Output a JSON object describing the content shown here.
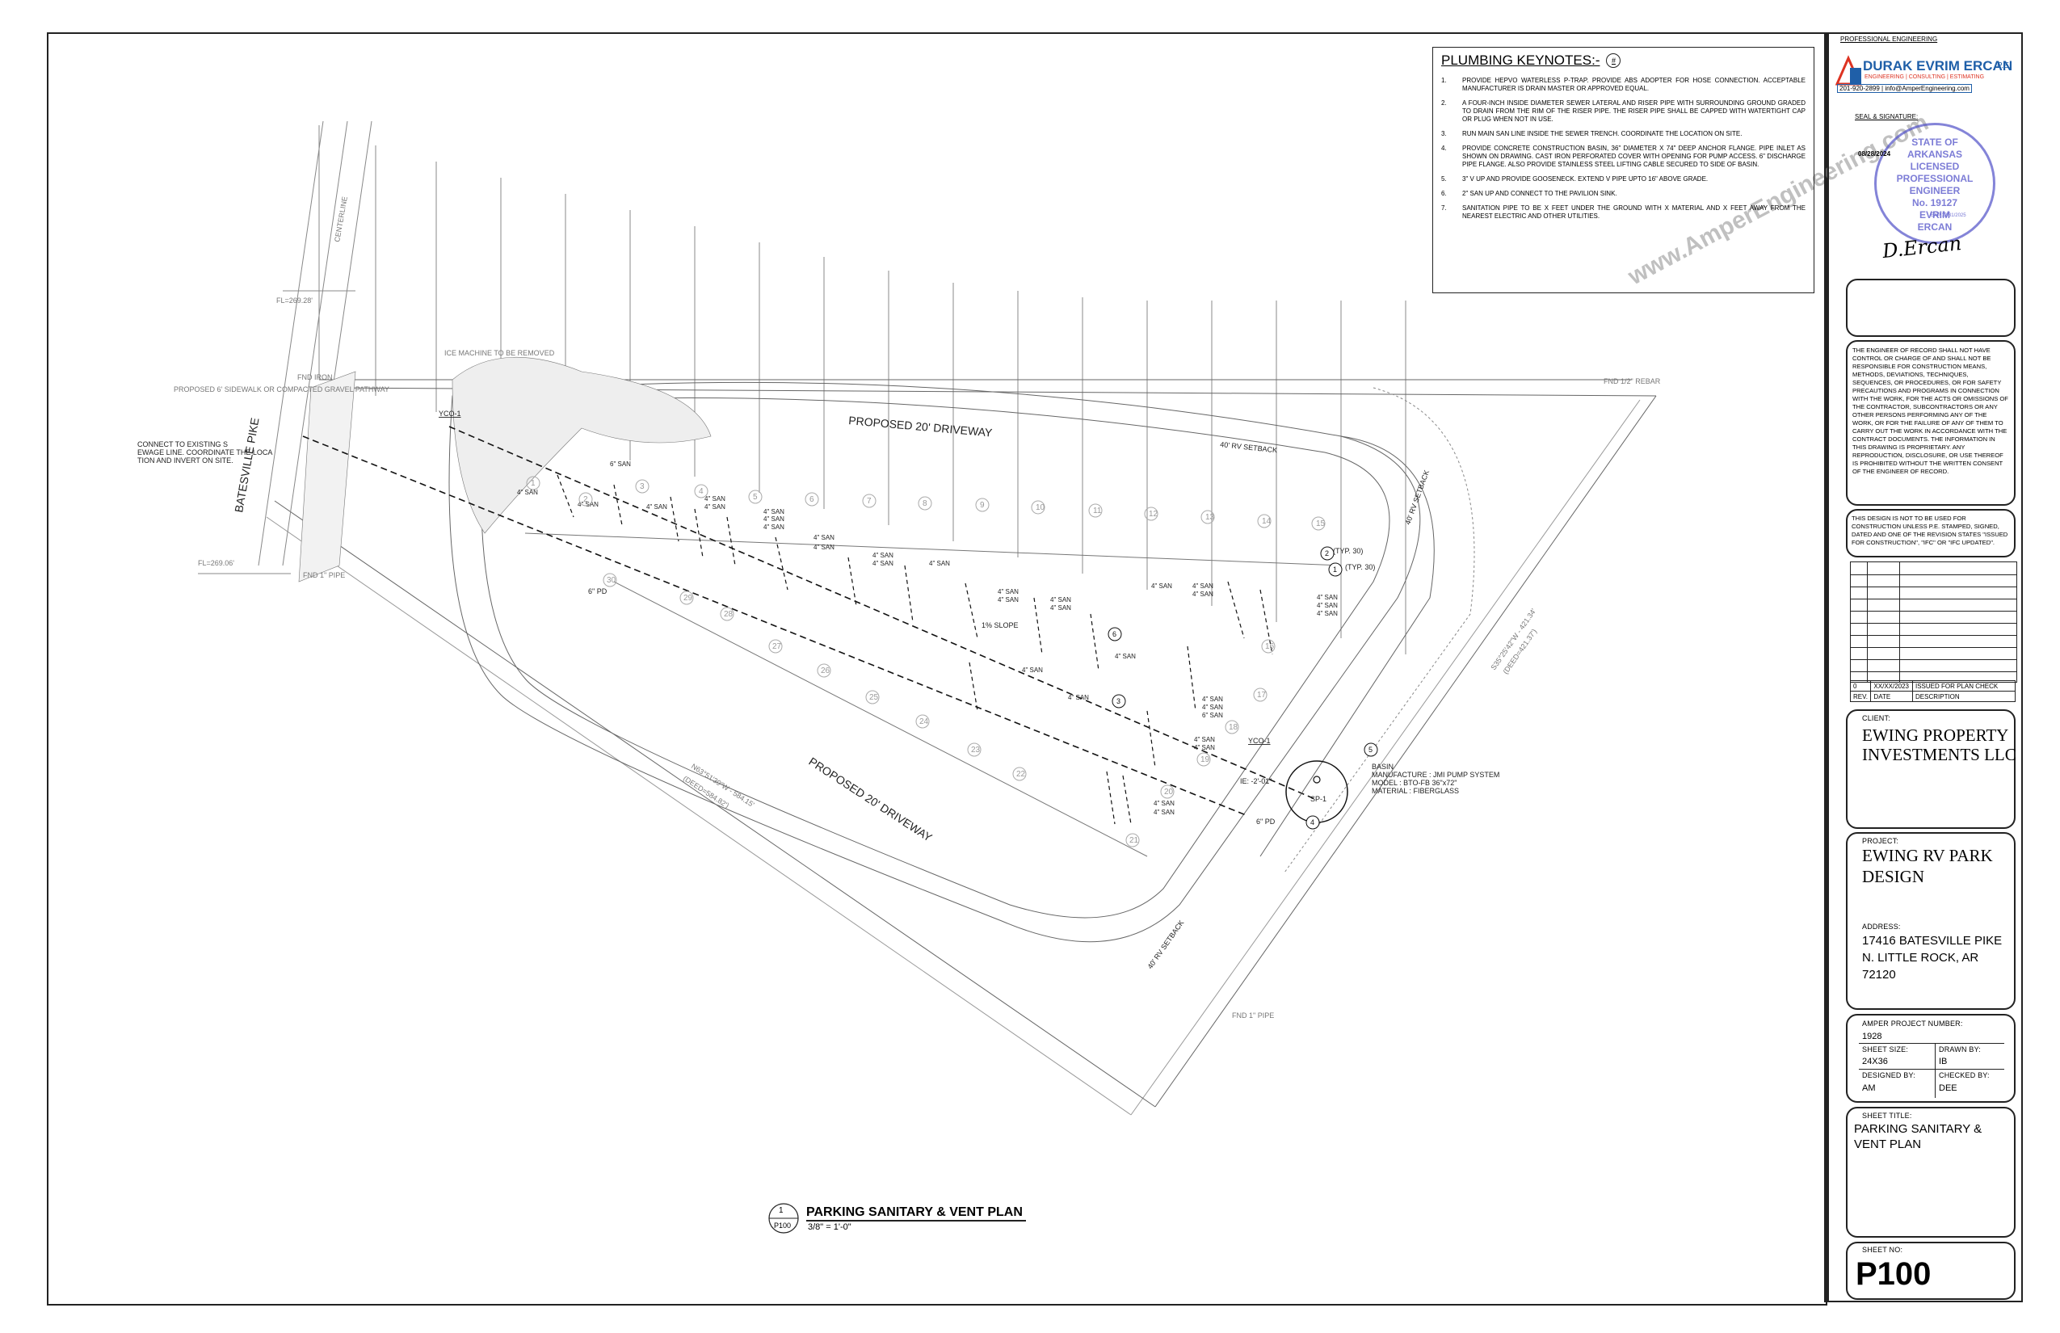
{
  "keynotes": {
    "title": "PLUMBING KEYNOTES:-",
    "symbol": "#",
    "items": [
      {
        "num": "1.",
        "text": "PROVIDE HEPVO WATERLESS P-TRAP. PROVIDE ABS ADOPTER FOR HOSE CONNECTION. ACCEPTABLE MANUFACTURER IS DRAIN MASTER OR APPROVED EQUAL."
      },
      {
        "num": "2.",
        "text": "A FOUR-INCH INSIDE DIAMETER SEWER LATERAL AND RISER PIPE WITH SURROUNDING GROUND GRADED TO DRAIN FROM THE RIM OF THE RISER PIPE. THE RISER PIPE SHALL BE CAPPED WITH WATERTIGHT CAP OR PLUG WHEN NOT IN USE."
      },
      {
        "num": "3.",
        "text": "RUN MAIN SAN LINE INSIDE THE SEWER TRENCH. COORDINATE THE LOCATION ON SITE."
      },
      {
        "num": "4.",
        "text": "PROVIDE CONCRETE CONSTRUCTION BASIN, 36\" DIAMETER X 74\" DEEP ANCHOR FLANGE. PIPE INLET AS SHOWN ON DRAWING. CAST IRON PERFORATED COVER WITH OPENING FOR PUMP ACCESS. 6\" DISCHARGE PIPE FLANGE. ALSO PROVIDE STAINLESS STEEL LIFTING CABLE SECURED TO SIDE OF BASIN."
      },
      {
        "num": "5.",
        "text": "3\" V UP AND PROVIDE GOOSENECK. EXTEND V PIPE UPTO 16\" ABOVE GRADE."
      },
      {
        "num": "6.",
        "text": "2\" SAN UP AND CONNECT TO THE PAVILION SINK."
      },
      {
        "num": "7.",
        "text": "SANITATION PIPE TO BE X FEET UNDER THE GROUND WITH X MATERIAL AND X FEET AWAY FROM THE NEAREST ELECTRIC AND OTHER UTILITIES."
      }
    ]
  },
  "plan": {
    "labels": {
      "connect_note": "CONNECT TO EXISTING SEWAGE LINE. COORDINATE THE LOCATION AND INVERT ON SITE.",
      "road": "BATESVILLE PIKE",
      "driveway_top": "PROPOSED 20' DRIVEWAY",
      "driveway_bottom": "PROPOSED 20' DRIVEWAY",
      "setback_top": "40' RV SETBACK",
      "setback_right": "40' RV SETBACK",
      "setback_bottom": "40' RV SETBACK",
      "sidewalk": "PROPOSED 6' SIDEWALK OR COMPACTED GRAVEL PATHWAY",
      "ice_machine": "ICE MACHINE TO BE REMOVED",
      "fnd_pipe_left": "FND 1\" PIPE",
      "fnd_iron": "FND IRON",
      "fnd_rebar": "FND 1/2\" REBAR",
      "fnd_pipe_bottom": "FND 1\" PIPE",
      "fl_top": "FL=269.28'",
      "fl_bottom": "FL=269.06'",
      "centerline": "CENTERLINE",
      "bearing_bottom": "N63°51'39\"W - 584.15'",
      "bearing_bottom2": "(DEED=584.82')",
      "bearing_right": "S35°25'42\"W - 421.34'",
      "bearing_right2": "(DEED=421.37')",
      "yco1_left": "YCO-1",
      "yco1_right": "YCO-1",
      "sp1": "SP-1",
      "ie": "IE: -2'-01\"",
      "pd_left": "6\" PD",
      "pd_right": "6\" PD",
      "slope": "1% SLOPE",
      "typ30a": "(TYP. 30)",
      "typ30b": "(TYP. 30)",
      "san4": "4\" SAN",
      "san6": "6\" SAN",
      "basin_note": [
        "BASIN",
        "MANUFACTURE : JMI PUMP SYSTEM",
        "MODEL : BTO-FB 36\"x72\"",
        "MATERIAL : FIBERGLASS"
      ]
    },
    "lots_top": [
      "1",
      "2",
      "3",
      "4",
      "5",
      "6",
      "7",
      "8",
      "9",
      "10",
      "11",
      "12",
      "13",
      "14",
      "15"
    ],
    "lots_bottom": [
      "16",
      "17",
      "18",
      "19",
      "20",
      "21",
      "22",
      "23",
      "24",
      "25",
      "26",
      "27",
      "28",
      "29",
      "30"
    ],
    "keynote_callouts": [
      "1",
      "2",
      "3",
      "4",
      "5",
      "6"
    ]
  },
  "drawing_title": {
    "number": "1",
    "sheet": "P100",
    "title": "PARKING SANITARY & VENT PLAN",
    "scale": "3/8\" = 1'-0\""
  },
  "watermark": "www.AmperEngineering.com",
  "title_block": {
    "professional_engineering": "PROFESSIONAL ENGINEERING",
    "engineer_name": "DURAK EVRIM ERCAN",
    "pe": "P.E.",
    "tagline": "ENGINEERING | CONSULTING | ESTIMATING",
    "contact": "201-920-2899 | info@AmperEngineering.com",
    "seal_label": "SEAL & SIGNATURE:",
    "seal_lines": [
      "STATE OF",
      "ARKANSAS",
      "LICENSED",
      "PROFESSIONAL",
      "ENGINEER",
      "No. 19127",
      "EVRIM",
      "ERCAN"
    ],
    "seal_date": "08/28/2024",
    "seal_exp": "EXP 12/31/2025",
    "signature": "D.Ercan",
    "disclaimer1": "THE ENGINEER OF RECORD SHALL NOT HAVE CONTROL OR CHARGE OF AND SHALL NOT BE RESPONSIBLE FOR CONSTRUCTION MEANS, METHODS, DEVIATIONS, TECHNIQUES, SEQUENCES, OR PROCEDURES, OR FOR SAFETY PRECAUTIONS AND PROGRAMS IN CONNECTION WITH THE WORK, FOR THE ACTS OR OMISSIONS OF THE CONTRACTOR, SUBCONTRACTORS OR ANY OTHER PERSONS PERFORMING ANY OF THE WORK, OR FOR THE FAILURE OF ANY OF THEM TO CARRY OUT THE WORK IN ACCORDANCE WITH THE CONTRACT DOCUMENTS. THE INFORMATION IN THIS DRAWING IS PROPRIETARY. ANY REPRODUCTION, DISCLOSURE, OR USE THEREOF IS PROHIBITED WITHOUT THE WRITTEN CONSENT OF THE ENGINEER OF RECORD.",
    "disclaimer2": "THIS DESIGN IS NOT TO BE USED FOR CONSTRUCTION UNLESS P.E. STAMPED, SIGNED, DATED AND ONE OF THE REVISION STATES \"ISSUED FOR CONSTRUCTION\", \"IFC\" OR \"IFC UPDATED\".",
    "revisions": {
      "headers": [
        "REV.",
        "DATE",
        "DESCRIPTION"
      ],
      "rows": [
        [
          "0",
          "XX/XX/2023",
          "ISSUED FOR PLAN CHECK"
        ]
      ]
    },
    "client_label": "CLIENT:",
    "client_name": "EWING PROPERTY INVESTMENTS LLC",
    "project_label": "PROJECT:",
    "project_name": "EWING RV PARK DESIGN",
    "address_label": "ADDRESS:",
    "address_lines": [
      "17416 BATESVILLE PIKE",
      "N. LITTLE ROCK, AR",
      "72120"
    ],
    "project_number_label": "AMPER PROJECT NUMBER:",
    "project_number": "1928",
    "sheet_size_label": "SHEET SIZE:",
    "sheet_size": "24X36",
    "drawn_by_label": "DRAWN BY:",
    "drawn_by": "IB",
    "designed_by_label": "DESIGNED BY:",
    "designed_by": "AM",
    "checked_by_label": "CHECKED BY:",
    "checked_by": "DEE",
    "sheet_title_label": "SHEET TITLE:",
    "sheet_title": "PARKING SANITARY & VENT PLAN",
    "sheet_no_label": "SHEET NO:",
    "sheet_no": "P100"
  }
}
